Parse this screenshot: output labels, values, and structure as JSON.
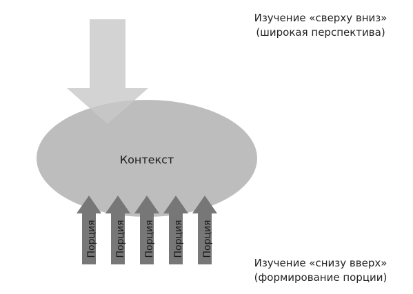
{
  "top_down": {
    "line1": "Изучение «сверху вниз»",
    "line2": "(широкая перспектива)"
  },
  "context": {
    "label": "Контекст"
  },
  "chunks": [
    "Порция",
    "Порция",
    "Порция",
    "Порция",
    "Порция"
  ],
  "bottom_up": {
    "line1": "Изучение «снизу вверх»",
    "line2": "(формирование порции)"
  },
  "colors": {
    "top_arrow": "#d0d0d0",
    "context_ellipse": "#bdbdbd",
    "chunk_arrow": "#777777"
  }
}
